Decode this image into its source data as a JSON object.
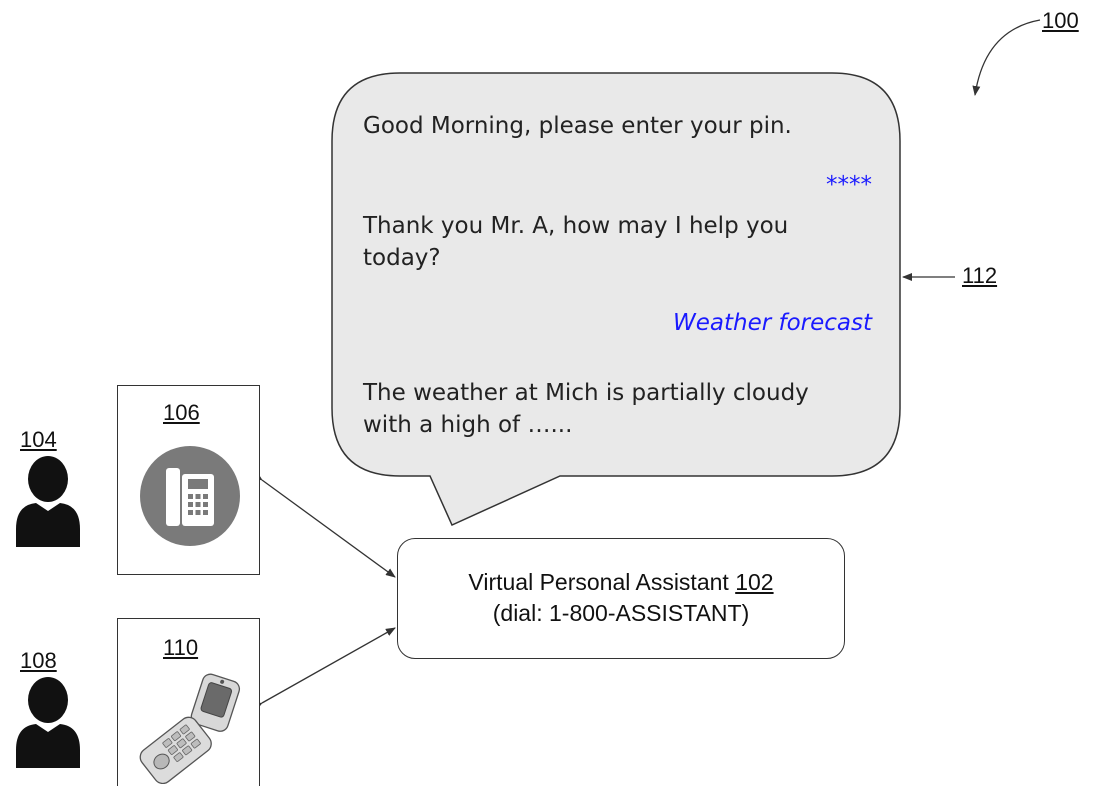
{
  "figure_ref": "100",
  "conversation": {
    "ref": "112",
    "messages": [
      {
        "speaker": "assistant",
        "text": "Good Morning, please enter your pin."
      },
      {
        "speaker": "user",
        "text": "****"
      },
      {
        "speaker": "assistant",
        "line1": "Thank you Mr. A, how may I help you",
        "line2": "today?"
      },
      {
        "speaker": "user",
        "text": "Weather forecast"
      },
      {
        "speaker": "assistant",
        "line1": "The weather at Mich is partially cloudy",
        "line2": "with a high of …..."
      }
    ]
  },
  "assistant": {
    "label": "Virtual Personal Assistant",
    "ref": "102",
    "dial": "(dial: 1-800-ASSISTANT)"
  },
  "users": [
    {
      "ref": "104",
      "icon": "person-icon",
      "device": {
        "ref": "106",
        "icon": "desk-phone-icon"
      }
    },
    {
      "ref": "108",
      "icon": "person-icon",
      "device": {
        "ref": "110",
        "icon": "flip-phone-icon"
      }
    }
  ],
  "colors": {
    "bubble_fill": "#e9e9e9",
    "user_reply": "#1a1aff",
    "line": "#333333",
    "phone_circle": "#7a7a7a"
  }
}
